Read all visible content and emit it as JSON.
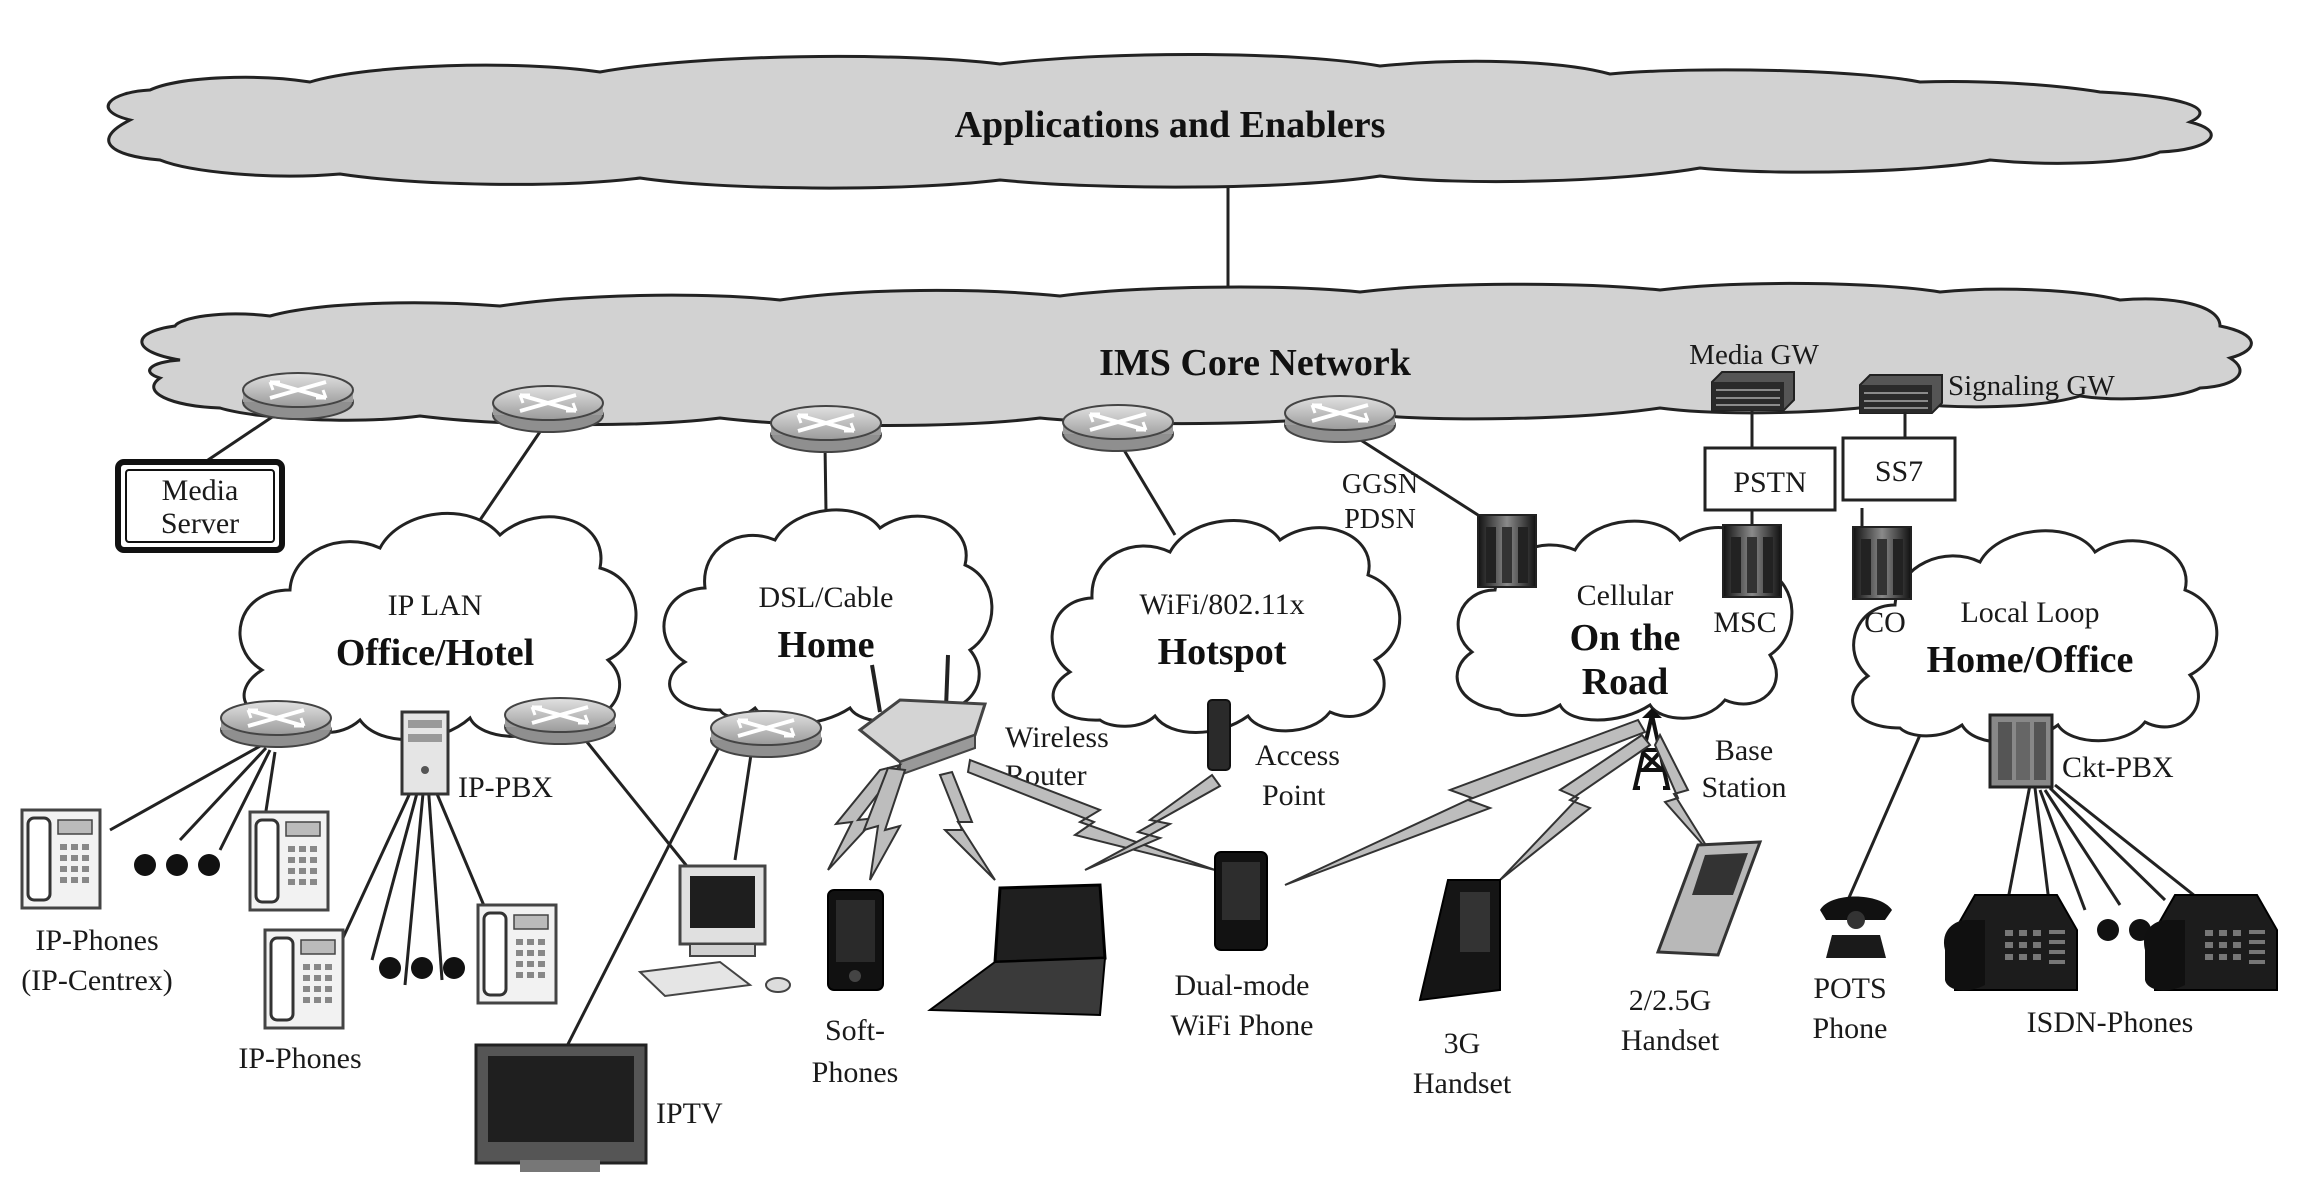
{
  "colors": {
    "cloud_gray": "#d2d2d2",
    "outline": "#222222",
    "device_dark": "#1c1c1c",
    "router": "#b4b4b4"
  },
  "top_cloud": {
    "title": "Applications and Enablers"
  },
  "core_cloud": {
    "title": "IMS Core Network"
  },
  "gateways": {
    "media_gw": "Media GW",
    "signaling_gw": "Signaling GW"
  },
  "boxes": {
    "pstn": "PSTN",
    "ss7": "SS7"
  },
  "media_server": {
    "line1": "Media",
    "line2": "Server"
  },
  "ggsn": {
    "line1": "GGSN",
    "line2": "PDSN"
  },
  "switches": {
    "msc": "MSC",
    "co": "CO"
  },
  "clouds": [
    {
      "subtitle": "IP LAN",
      "title": "Office/Hotel"
    },
    {
      "subtitle": "DSL/Cable",
      "title": "Home"
    },
    {
      "subtitle": "WiFi/802.11x",
      "title": "Hotspot"
    },
    {
      "subtitle": "Cellular",
      "title_line1": "On the",
      "title_line2": "Road"
    },
    {
      "subtitle": "Local Loop",
      "title": "Home/Office"
    }
  ],
  "devices": {
    "ip_pbx": "IP-PBX",
    "wireless_router": {
      "line1": "Wireless",
      "line2": "Router"
    },
    "access_point": {
      "line1": "Access",
      "line2": "Point"
    },
    "base_station": {
      "line1": "Base",
      "line2": "Station"
    },
    "ckt_pbx": "Ckt-PBX",
    "ip_phones_centrex": {
      "line1": "IP-Phones",
      "line2": "(IP-Centrex)"
    },
    "ip_phones": "IP-Phones",
    "iptv": "IPTV",
    "soft_phones": {
      "line1": "Soft-",
      "line2": "Phones"
    },
    "dual_mode": {
      "line1": "Dual-mode",
      "line2": "WiFi Phone"
    },
    "handset_3g": {
      "line1": "3G",
      "line2": "Handset"
    },
    "handset_2g": {
      "line1": "2/2.5G",
      "line2": "Handset"
    },
    "pots": {
      "line1": "POTS",
      "line2": "Phone"
    },
    "isdn_phones": "ISDN-Phones"
  }
}
